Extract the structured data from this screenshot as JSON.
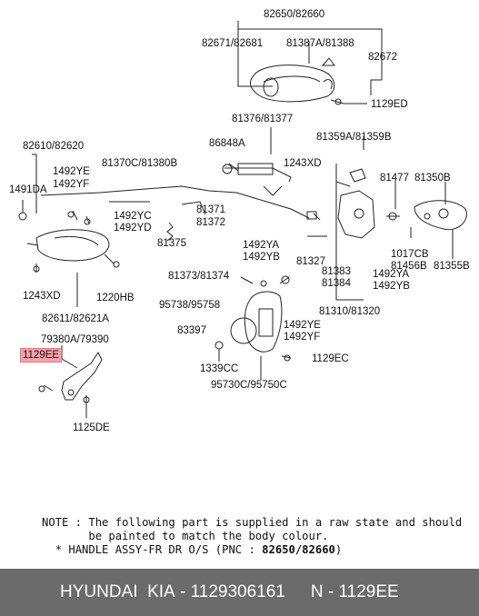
{
  "labels": {
    "top_handle": "82650/82660",
    "handle_left": "82671/82681",
    "handle_mid": "81387A/81388",
    "handle_right": "82672",
    "screw_handle": "1129ED",
    "rod_upper": "81376/81377",
    "latch_cover": "81359A/81359B",
    "bracket_small": "86848A",
    "screw_mid": "1243XD",
    "rod_main": "81370C/81380B",
    "inner_handle": "82610/82620",
    "clip_a1": "1492YE",
    "clip_a2": "1492YF",
    "bolt_a": "1491DA",
    "clip_b1": "1492YC",
    "clip_b2": "1492YD",
    "rod_pair_1": "81371",
    "rod_pair_2": "81372",
    "spring": "81375",
    "screw_inner": "1243XD",
    "screw_inner2": "1220HB",
    "bezel": "82611/82621A",
    "clip_c1": "1492YA",
    "clip_c2": "1492YB",
    "link_rod": "81327",
    "bolt_striker": "81477",
    "striker": "81350B",
    "striker_bolt": "1017CB",
    "striker_plate": "81456B",
    "striker_assy": "81355B",
    "lock_a": "81383",
    "lock_b": "81384",
    "clip_d1": "1492YA",
    "clip_d2": "1492YB",
    "latch_assy": "81310/81320",
    "actuator_rod": "81373/81374",
    "actuator_cover": "95738/95758",
    "grommet": "83397",
    "clip_e1": "1492YE",
    "clip_e2": "1492YF",
    "screw_act": "1129EC",
    "nut_small": "1339CC",
    "actuator": "95730C/95750C",
    "checker": "79380A/79390",
    "highlight_bolt": "1129EE",
    "bolt_checker": "1125DE"
  },
  "note": {
    "prefix": "NOTE : ",
    "line1": "The following part is supplied in a raw state and should",
    "line2": "be painted to match the body colour.",
    "line3_prefix": "* HANDLE ASSY-FR DR O/S (PNC : ",
    "line3_pnc": "82650/82660",
    "line3_suffix": ")"
  },
  "footer": {
    "brand": "HYUNDAI  KIA",
    "sep": " - ",
    "part_number": "1129306161",
    "n_prefix": "N - ",
    "n_code": "1129EE"
  },
  "colors": {
    "footer_bg": "#6b6b6b",
    "highlight": "#f4a3a8"
  }
}
